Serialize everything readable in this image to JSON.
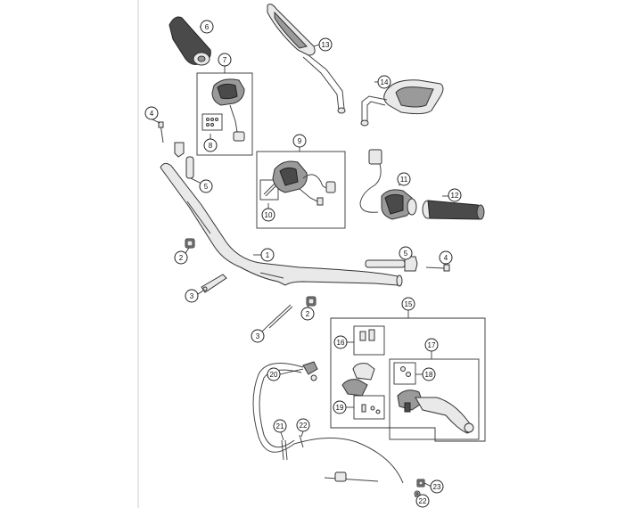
{
  "callouts": {
    "c1": "1",
    "c2a": "2",
    "c2b": "2",
    "c3a": "3",
    "c3b": "3",
    "c4a": "4",
    "c4b": "4",
    "c5a": "5",
    "c5b": "5",
    "c6": "6",
    "c7": "7",
    "c8": "8",
    "c9": "9",
    "c10": "10",
    "c11": "11",
    "c12": "12",
    "c13": "13",
    "c14": "14",
    "c15": "15",
    "c16": "16",
    "c17": "17",
    "c18": "18",
    "c19": "19",
    "c20": "20",
    "c21": "21",
    "c22a": "22",
    "c22b": "22",
    "c23": "23"
  },
  "colors": {
    "line": "#222222",
    "grip": "#4a4a4a",
    "background": "#ffffff"
  }
}
